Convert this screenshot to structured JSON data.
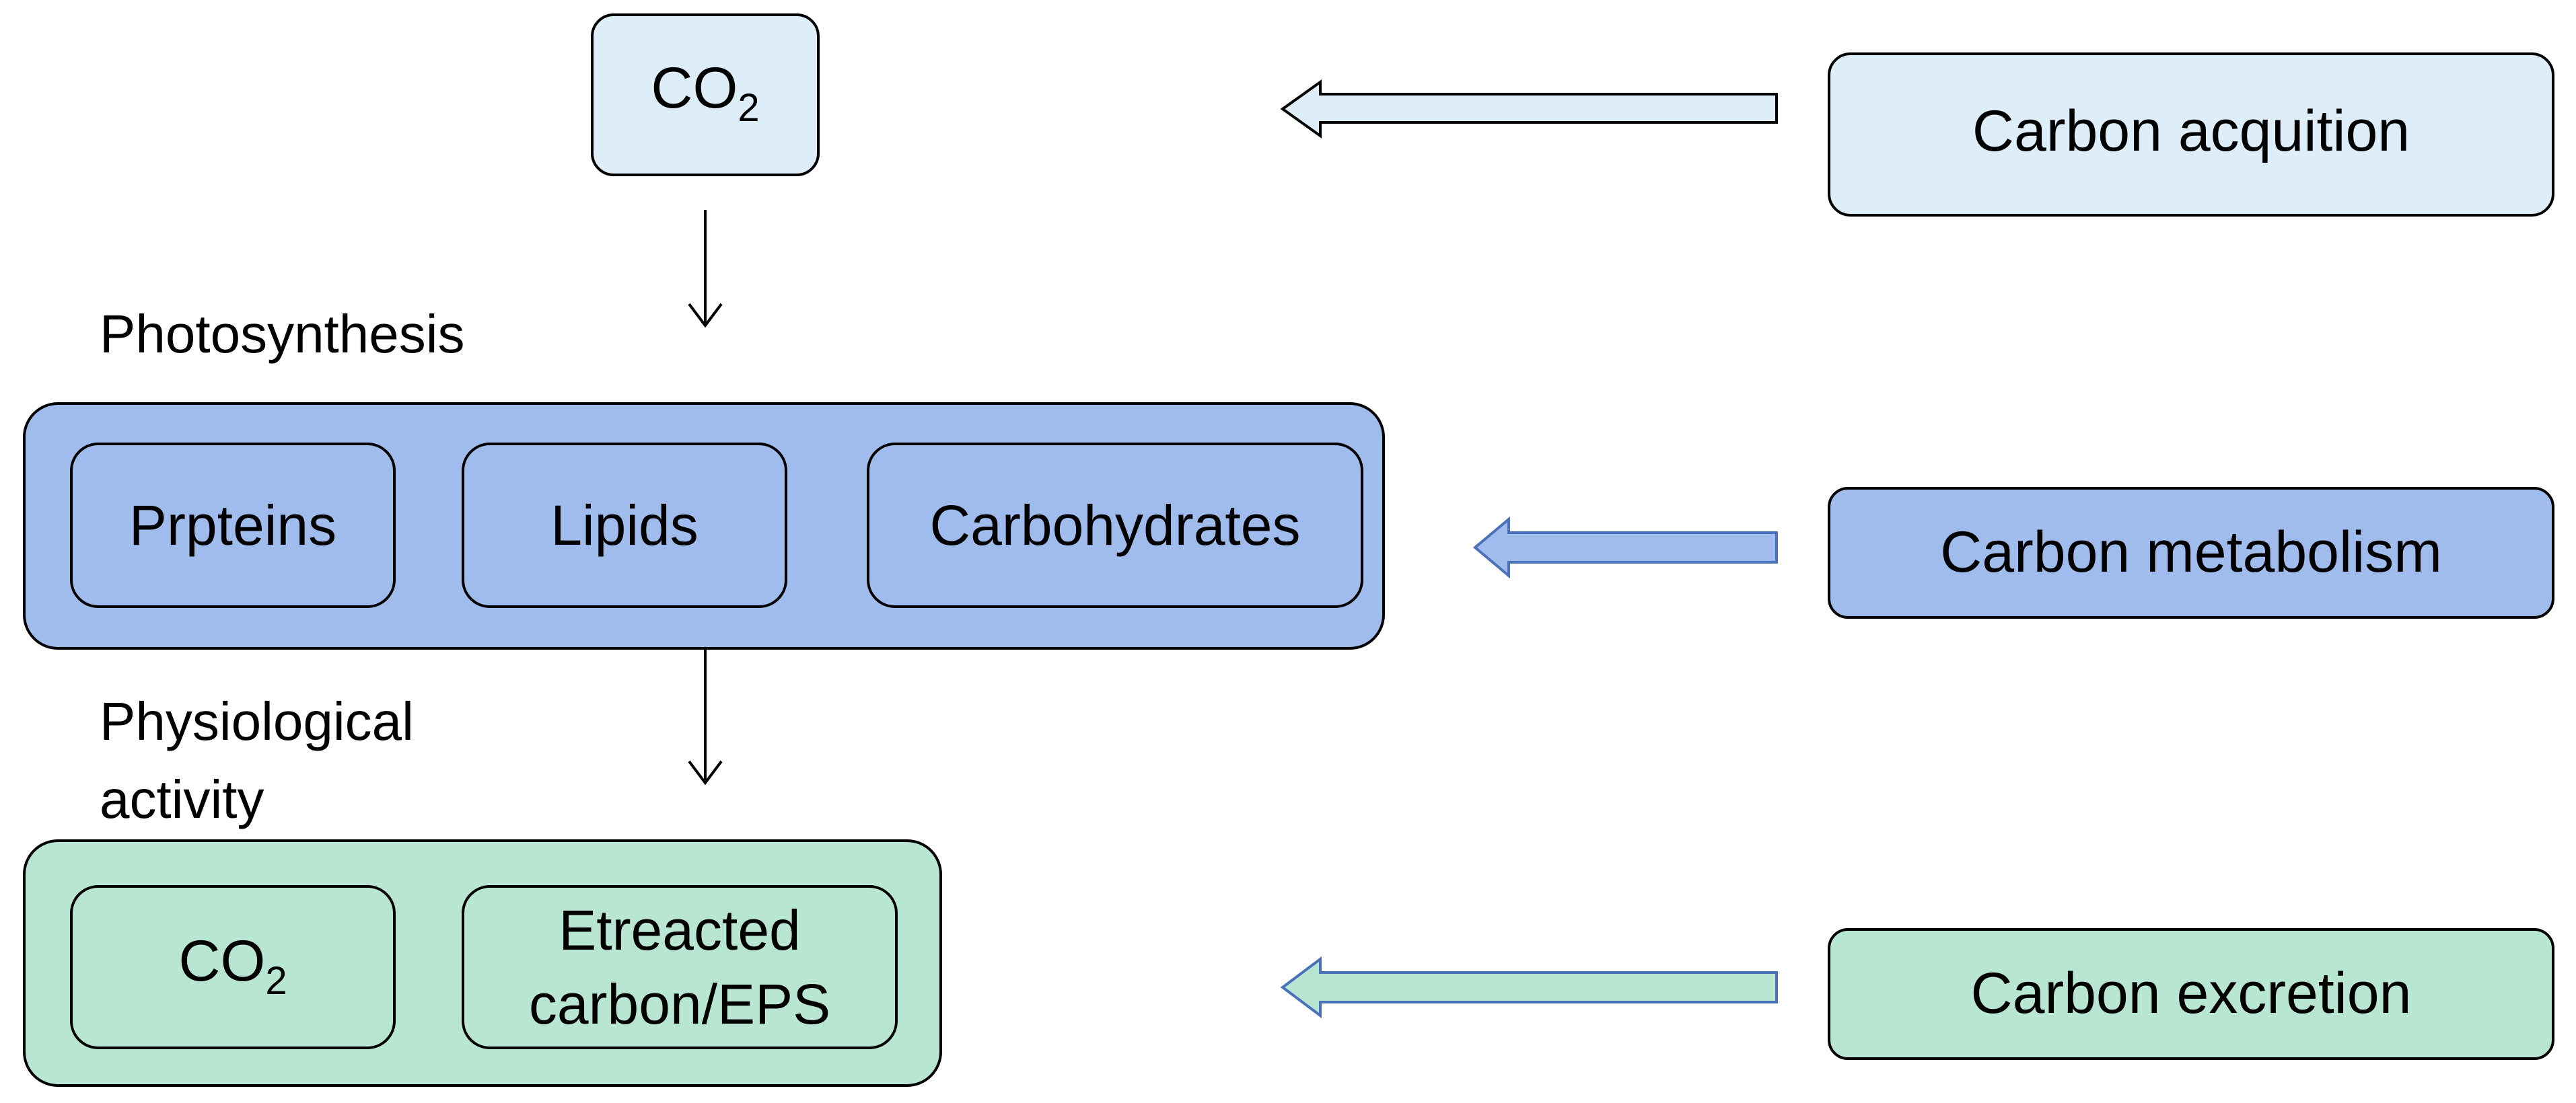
{
  "diagram": {
    "source": {
      "main": "CO",
      "subscript": "2"
    },
    "stage_labels": {
      "photosynthesis": "Photosynthesis",
      "physiological_line1": "Physiological",
      "physiological_line2": "activity"
    },
    "metabolism_items": {
      "proteins": "Prpteins",
      "lipids": "Lipids",
      "carbohydrates": "Carbohydrates"
    },
    "excretion_items": {
      "co2_main": "CO",
      "co2_sub": "2",
      "extracted_line1": "Etreacted",
      "extracted_line2": "carbon/EPS"
    },
    "processes": {
      "acquisition": "Carbon acquition",
      "metabolism": "Carbon metabolism",
      "excretion": "Carbon excretion"
    }
  },
  "colors": {
    "acquisition_fill": "#deeef9",
    "metabolism_fill": "#a0bcec",
    "excretion_fill": "#b8e6d3",
    "acquisition_arrow_stroke": "#000000",
    "metabolism_arrow_stroke": "#4a72b8",
    "excretion_arrow_stroke": "#4a72b8",
    "outline": "#000000"
  }
}
